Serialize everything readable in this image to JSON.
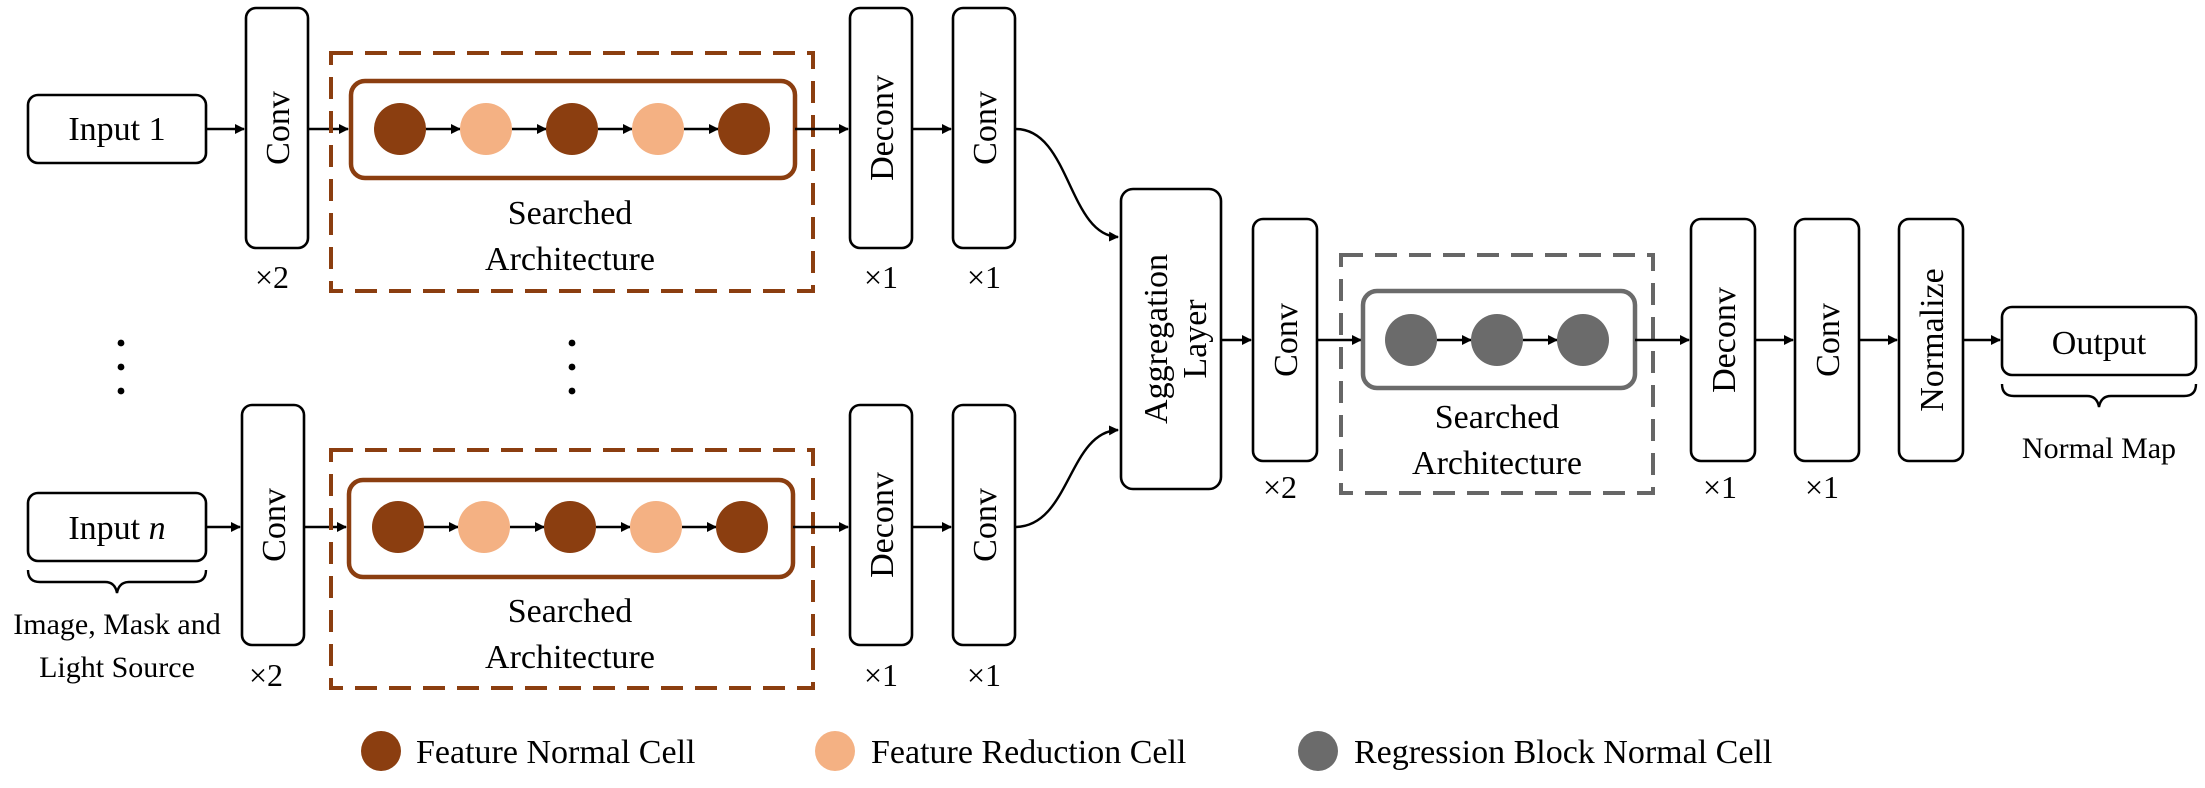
{
  "inputs": {
    "input1": "Input 1",
    "inputn_prefix": "Input ",
    "inputn_var": "n",
    "input_note_line1": "Image, Mask and",
    "input_note_line2": "Light Source"
  },
  "blocks": {
    "conv": "Conv",
    "deconv": "Deconv",
    "aggregation_line1": "Aggregation",
    "aggregation_line2": "Layer",
    "normalize": "Normalize",
    "output": "Output",
    "output_note": "Normal Map"
  },
  "searched": {
    "line1": "Searched",
    "line2": "Architecture"
  },
  "multipliers": {
    "x2": "×2",
    "x1": "×1"
  },
  "legend": {
    "feature_normal": "Feature Normal Cell",
    "feature_reduction": "Feature Reduction Cell",
    "regression_normal": "Regression Block Normal Cell"
  },
  "colors": {
    "feature_normal": "#8B3E10",
    "feature_reduction": "#F4B183",
    "regression_normal": "#6B6B6B",
    "feature_frame": "#8B3E10",
    "regression_frame": "#666666"
  }
}
